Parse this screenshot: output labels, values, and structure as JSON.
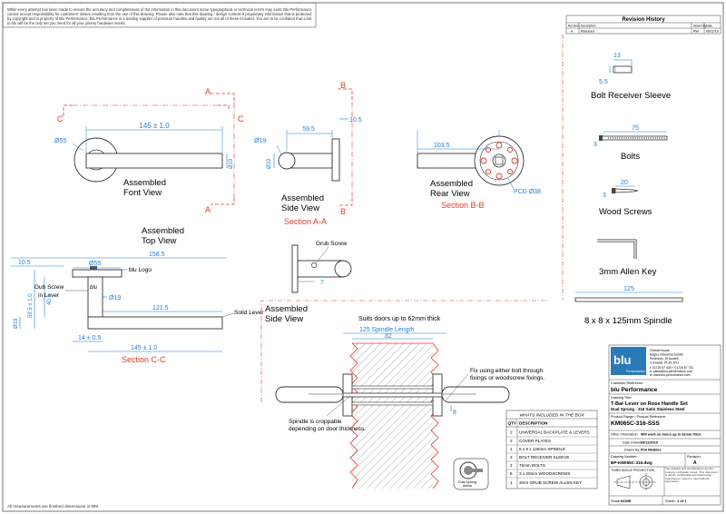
{
  "disclaimer": "While every attempt has been made to ensure the accuracy and completeness of the information in this document some typographical or technical errors may exist. Blu Performance cannot accept responsibility for customers' losses resulting from the use of this drawing. Please also note that this drawing / design content is proprietary information that is protected by copyright and is property of Blu Performance. Blu Performance is a leading supplier of premium handles and quality are not all of these included, You are to be confident that a set to blu will be the only set you need for all your joinery hardware needs.",
  "footnote": "All measurements are finished dimensions in MM",
  "revision": {
    "title": "Revision History",
    "headers": [
      "Revision",
      "Description",
      "Drawn By",
      "Date"
    ],
    "row": [
      "A",
      "Released",
      "RW",
      "06/12/19"
    ]
  },
  "section_marks": {
    "a": "A",
    "b": "B",
    "c": "C"
  },
  "front": {
    "dim_length": "145 ± 1.0",
    "dim_dia": "Ø55",
    "dim_19": "Ø19",
    "label_line1": "Assembled",
    "label_line2": "Font View"
  },
  "side": {
    "dim_595": "59.5",
    "dim_105": "10.5",
    "dim_dia19": "Ø19",
    "dim_19v": "Ø19",
    "label_line1": "Assembled",
    "label_line2": "Side View",
    "section": "Section A-A"
  },
  "rear": {
    "dim_1035": "103.5",
    "pcd": "PCD Ø38",
    "label_line1": "Assembled",
    "label_line2": "Rear View",
    "section": "Section B-B"
  },
  "top": {
    "title_line1": "Assembled",
    "title_line2": "Top View",
    "dim_1585": "158.5",
    "dim_105": "10.5",
    "dim_55": "Ø55",
    "dim_19": "Ø19",
    "dim_1215": "121.5",
    "dim_145": "145 ± 1.0",
    "dim_14": "14 ± 0.5",
    "dim_405": "40.5",
    "dim_595": "59.5 ± 1.0",
    "dim_19v": "Ø19",
    "gub_line1": "Gub Screw",
    "gub_line2": "in Lever",
    "blu_logo": "blu Logo",
    "solid_lever": "Solid Lever",
    "section": "Section C-C",
    "stamp": "blu"
  },
  "grub": {
    "label": "Grub Screw",
    "dim_7": "7"
  },
  "parts": {
    "sleeve": {
      "name": "Bolt Receiver Sleeve",
      "dim_13": "13",
      "dim_55": "5.5"
    },
    "bolts": {
      "name": "Bolts",
      "dim_75": "75",
      "dim_3": "3"
    },
    "wood": {
      "name": "Wood Screws",
      "dim_20": "20",
      "dim_3": "3"
    },
    "allen": {
      "name": "3mm Allen Key"
    },
    "spindle": {
      "name": "8 x 8 x 125mm Spindle",
      "dim_125": "125"
    }
  },
  "side2": {
    "title_line1": "Assembled",
    "title_line2": "Side View",
    "suits": "Suits doors up to 62mm thick",
    "spindle_len": "125 Spindle Length",
    "dim_82": "82",
    "dim_8": "8",
    "fix_line1": "Fix using either bolt through",
    "fix_line2": "fixings or woodscrew fixings.",
    "crop_line1": "Spindle is croppable",
    "crop_line2": "depending on door thickness."
  },
  "box": {
    "title": "WHATS INCLUDED IN THE BOX",
    "headers": [
      "QTY",
      "DESCRIPTION"
    ],
    "rows": [
      [
        "2",
        "UNIVERSAL BACKPLATE & LEVERS"
      ],
      [
        "2",
        "COVER PLATES"
      ],
      [
        "1",
        "8 x 8 x 125mm SPINDLE"
      ],
      [
        "2",
        "BOLT RECEIVER SLEEVE"
      ],
      [
        "2",
        "75mm BOLTS"
      ],
      [
        "6",
        "3 x 20mm WOODSCREWS"
      ],
      [
        "1",
        "3mm GRUB SCREW ALLEN KEY"
      ]
    ],
    "sprung_line1": "Dual Sprung",
    "sprung_line2": "Action"
  },
  "title_block": {
    "brand": "blu",
    "brand_sub": "Performance",
    "address": [
      "Global House",
      "Bages Industrial Estate",
      "Redmoor, St Austell",
      "Cornwall, PL25 3NJ"
    ],
    "contact": [
      "t: 01726 67 425  f: 01726 67 731",
      "e: sales@blu-performance.com",
      "w: www.blu-performance.com"
    ],
    "customer_label": "Customer Reference:",
    "customer": "blu Performance",
    "drawing_title_label": "Drawing Title:",
    "drawing_title1": "T-Bar Lever on Rose Handle Set",
    "drawing_title2": "Dual Sprung - 316 Satin Stainless Steel",
    "product_label": "Product Range / Product Reference:",
    "product": "KM065C-316-SSS",
    "other_label": "Other Information:",
    "other": "Will work on doors up to 62mm thick.",
    "date_label": "Date Drawn:",
    "date": "06/12/2019",
    "drawn_label": "Drawn By:",
    "drawn": "Phil Watkins",
    "number_label": "Drawing Number:",
    "number": "BP-KM065C-316.dwg",
    "revision_label": "Revision:",
    "revision": "A",
    "projection": "THIRD ANGLE PROJECTION",
    "copyright": "The drawing and specifications are the property of Dowder Group. This document is strictly confidential and shall not be reproduced, copied or used without permission.",
    "scale_label": "Scale:",
    "scale": "NONE",
    "sheet_label": "Sheet:",
    "sheet": "1 of 1"
  },
  "colors": {
    "dim": "#1f7fd1",
    "section": "#e23b2a",
    "brand": "#2a7ab7",
    "line": "#333333"
  }
}
